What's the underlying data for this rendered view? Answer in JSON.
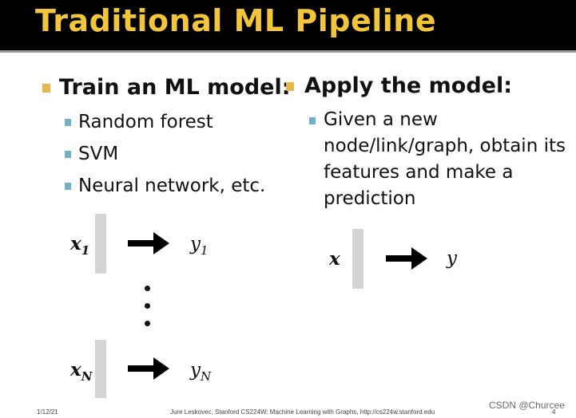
{
  "slide": {
    "title": "Traditional ML Pipeline",
    "colors": {
      "title": "#f3c53a",
      "title_bar": "#000000",
      "bullet_main": "#e6b84b",
      "bullet_sub": "#6fb2c8",
      "model_bar": "#d5d5d5"
    }
  },
  "left": {
    "heading": "Train an ML model:",
    "items": [
      "Random forest",
      "SVM",
      "Neural network, etc."
    ]
  },
  "right": {
    "heading": "Apply the model:",
    "lines": [
      "Given a new",
      "node/link/graph, obtain its",
      "features and make a",
      "prediction"
    ]
  },
  "diagram_left": {
    "x1": "x",
    "x1_sub": "1",
    "y1": "y",
    "y1_sub": "1",
    "xN": "x",
    "xN_sub": "N",
    "yN": "y",
    "yN_sub": "N"
  },
  "diagram_right": {
    "x": "x",
    "y": "y"
  },
  "footer": {
    "date": "1/12/21",
    "credit": "Jure Leskovec, Stanford CS224W: Machine Learning with Graphs, http://cs224w.stanford.edu",
    "page": "4"
  },
  "watermark": "CSDN @Churcee"
}
